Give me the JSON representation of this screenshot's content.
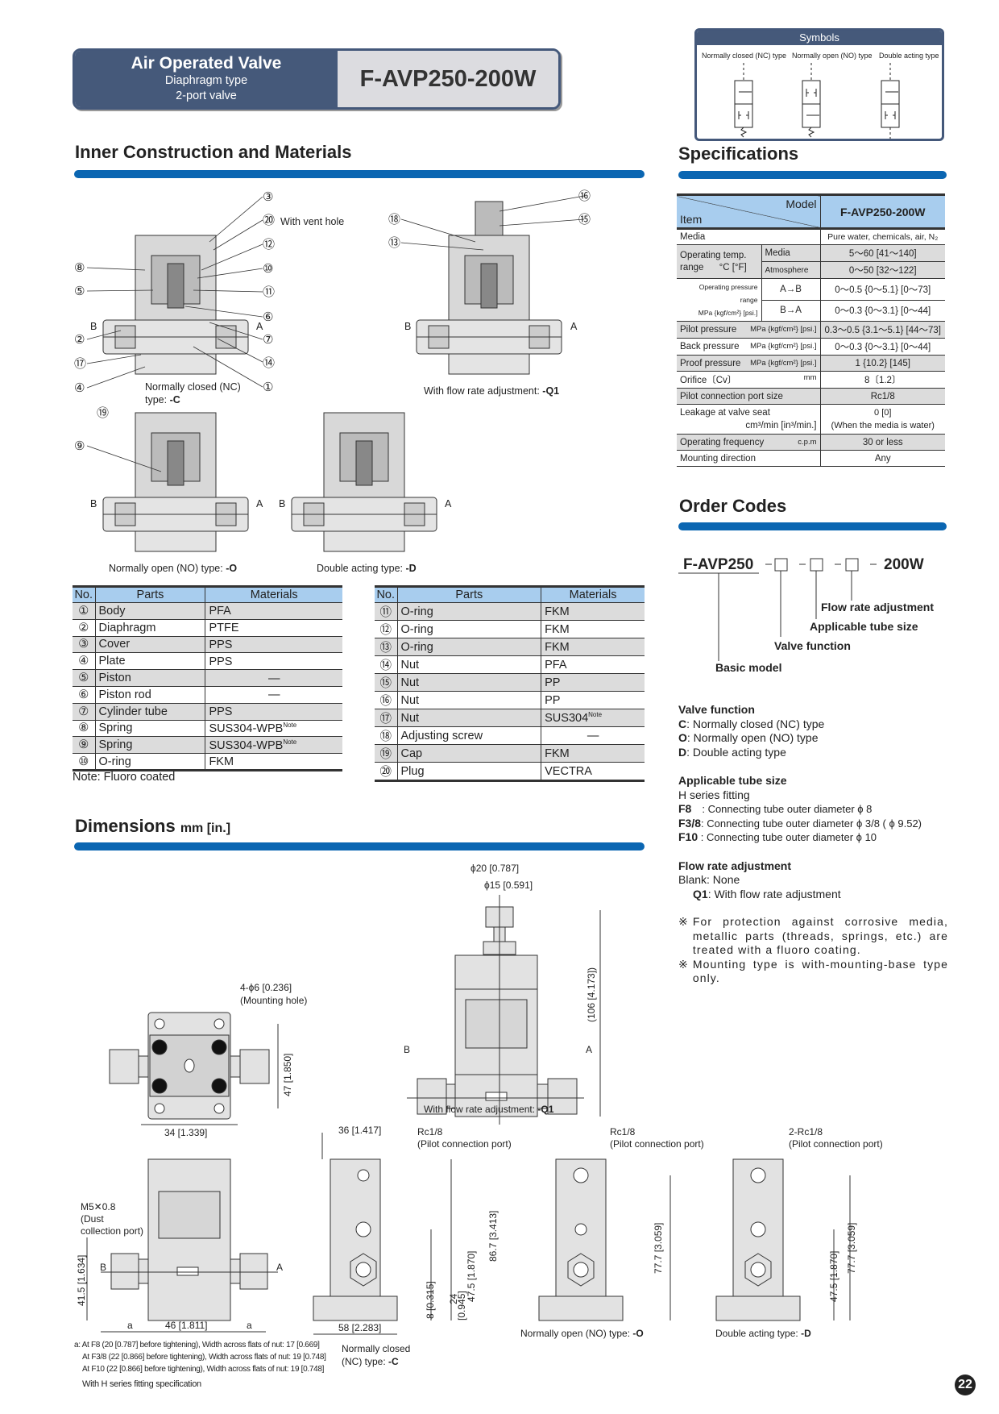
{
  "header": {
    "title": "Air Operated Valve",
    "subtitle1": "Diaphragm type",
    "subtitle2": "2-port valve",
    "model": "F-AVP250-200W"
  },
  "symbols": {
    "title": "Symbols",
    "nc": "Normally closed (NC) type",
    "no": "Normally open (NO) type",
    "da": "Double acting type"
  },
  "sections": {
    "inner": "Inner Construction and Materials",
    "specs": "Specifications",
    "order": "Order Codes",
    "dims": "Dimensions",
    "dims_unit": "mm [in.]"
  },
  "construction": {
    "vent": "With vent hole",
    "nc_cap": "Normally closed (NC)",
    "nc_cap2": "type: ",
    "nc_code": "-C",
    "q1_cap": "With flow rate adjustment: ",
    "q1_code": "-Q1",
    "no_cap": "Normally open (NO) type: ",
    "no_code": "-O",
    "da_cap": "Double acting type: ",
    "da_code": "-D",
    "port_a": "A",
    "port_b": "B",
    "callouts": [
      "①",
      "②",
      "③",
      "④",
      "⑤",
      "⑥",
      "⑦",
      "⑧",
      "⑨",
      "⑩",
      "⑪",
      "⑫",
      "⑬",
      "⑭",
      "⑮",
      "⑯",
      "⑰",
      "⑱",
      "⑲",
      "⑳"
    ]
  },
  "materials": {
    "headers": [
      "No.",
      "Parts",
      "Materials"
    ],
    "left": [
      [
        "①",
        "Body",
        "PFA",
        ""
      ],
      [
        "②",
        "Diaphragm",
        "PTFE",
        ""
      ],
      [
        "③",
        "Cover",
        "PPS",
        ""
      ],
      [
        "④",
        "Plate",
        "PPS",
        ""
      ],
      [
        "⑤",
        "Piston",
        "—",
        ""
      ],
      [
        "⑥",
        "Piston rod",
        "—",
        ""
      ],
      [
        "⑦",
        "Cylinder tube",
        "PPS",
        ""
      ],
      [
        "⑧",
        "Spring",
        "SUS304-WPB",
        "Note"
      ],
      [
        "⑨",
        "Spring",
        "SUS304-WPB",
        "Note"
      ],
      [
        "⑩",
        "O-ring",
        "FKM",
        ""
      ]
    ],
    "right": [
      [
        "⑪",
        "O-ring",
        "FKM",
        ""
      ],
      [
        "⑫",
        "O-ring",
        "FKM",
        ""
      ],
      [
        "⑬",
        "O-ring",
        "FKM",
        ""
      ],
      [
        "⑭",
        "Nut",
        "PFA",
        ""
      ],
      [
        "⑮",
        "Nut",
        "PP",
        ""
      ],
      [
        "⑯",
        "Nut",
        "PP",
        ""
      ],
      [
        "⑰",
        "Nut",
        "SUS304",
        "Note"
      ],
      [
        "⑱",
        "Adjusting screw",
        "—",
        ""
      ],
      [
        "⑲",
        "Cap",
        "FKM",
        ""
      ],
      [
        "⑳",
        "Plug",
        "VECTRA",
        ""
      ]
    ],
    "note": "Note: Fluoro coated"
  },
  "specs": {
    "model_label": "Model",
    "item_label": "Item",
    "model": "F-AVP250-200W",
    "media": [
      "Media",
      "Pure water, chemicals, air, N₂"
    ],
    "temp": {
      "label1": "Operating temp.",
      "label2": "range",
      "unit": "°C [°F]",
      "media": [
        "Media",
        "5～60 [41～140]"
      ],
      "atm": [
        "Atmosphere",
        "0～50 [32～122]"
      ]
    },
    "press": {
      "label": "Operating pressure range",
      "unit": "MPa {kgf/cm²} [psi.]",
      "ab": [
        "A→B",
        "0～0.5 {0～5.1} [0～73]"
      ],
      "ba": [
        "B→A",
        "0～0.3 {0～3.1} [0～44]"
      ]
    },
    "rows": [
      [
        "Pilot pressure",
        "MPa {kgf/cm²} [psi.]",
        "0.3～0.5 {3.1～5.1} [44～73]"
      ],
      [
        "Back pressure",
        "MPa {kgf/cm²} [psi.]",
        "0～0.3 {0～3.1} [0～44]"
      ],
      [
        "Proof pressure",
        "MPa {kgf/cm²} [psi.]",
        "1 {10.2} [145]"
      ],
      [
        "Orifice〔Cv〕",
        "mm",
        "8〔1.2〕"
      ],
      [
        "Pilot connection port size",
        "",
        "Rc1/8"
      ]
    ],
    "leak": {
      "label": "Leakage at valve seat",
      "unit": "cm³/min [in³/min.]",
      "v1": "0 [0]",
      "v2": "(When the media is water)"
    },
    "rows2": [
      [
        "Operating frequency",
        "c.p.m",
        "30 or less"
      ],
      [
        "Mounting direction",
        "",
        "Any"
      ]
    ]
  },
  "order": {
    "base": "F-AVP250",
    "suffix": "200W",
    "flow": "Flow rate adjustment",
    "tube": "Applicable tube size",
    "valve": "Valve function",
    "basic": "Basic model",
    "vf_title": "Valve function",
    "vf": [
      [
        "C",
        "Normally closed (NC) type"
      ],
      [
        "O",
        "Normally open (NO) type"
      ],
      [
        "D",
        "Double acting type"
      ]
    ],
    "ts_title": "Applicable tube size",
    "ts_sub": "H series fitting",
    "ts": [
      [
        "F8",
        "　: Connecting tube outer diameter ϕ 8"
      ],
      [
        "F3/8",
        ": Connecting tube outer diameter ϕ 3/8 ( ϕ 9.52)"
      ],
      [
        "F10",
        " : Connecting tube outer diameter ϕ 10"
      ]
    ],
    "fr_title": "Flow rate adjustment",
    "fr_blank": "Blank: None",
    "fr_q1": [
      "Q1",
      ": With flow rate adjustment"
    ],
    "notes": [
      "For protection against corrosive media, metallic parts (threads, springs, etc.) are treated with a fluoro coating.",
      "Mounting type is with-mounting-base type only."
    ]
  },
  "dimensions": {
    "mount_hole": "4-ϕ6 [0.236]",
    "mount_hole2": "(Mounting hole)",
    "d47": "47 [1.850]",
    "d34": "34 [1.339]",
    "phi20": "ϕ20 [0.787]",
    "phi15": "ϕ15 [0.591]",
    "d106": "(106 [4.173])",
    "q1_cap": "With flow rate adjustment: ",
    "q1_code": "-Q1",
    "m5": "M5✕0.8",
    "dust": "(Dust",
    "dust2": "collection port)",
    "d415": "41.5 [1.634]",
    "a": "a",
    "d46": "46 [1.811]",
    "d36": "36 [1.417]",
    "d58": "58 [2.283]",
    "rc": "Rc1/8",
    "rc2": "2-Rc1/8",
    "pilot": "(Pilot connection port)",
    "d867": "86.7 [3.413]",
    "d475": "47.5 [1.870]",
    "d24": "24",
    "d0945": "[0.945]",
    "d8": "8 [0.315]",
    "d777": "77.7 [3.059]",
    "nc1": "Normally closed",
    "nc2": "(NC) type: ",
    "nc_code": "-C",
    "no": "Normally open (NO) type: ",
    "no_code": "-O",
    "da": "Double acting type: ",
    "da_code": "-D",
    "foot": [
      "a: At F8 (20 [0.787] before tightening), Width across flats of nut: 17 [0.669]",
      "At F3/8 (22 [0.866] before tightening), Width across flats of nut: 19 [0.748]",
      "At F10 (22 [0.866] before tightening), Width across flats of nut: 19 [0.748]"
    ],
    "hseries": "With H series fitting specification"
  },
  "page": "22"
}
